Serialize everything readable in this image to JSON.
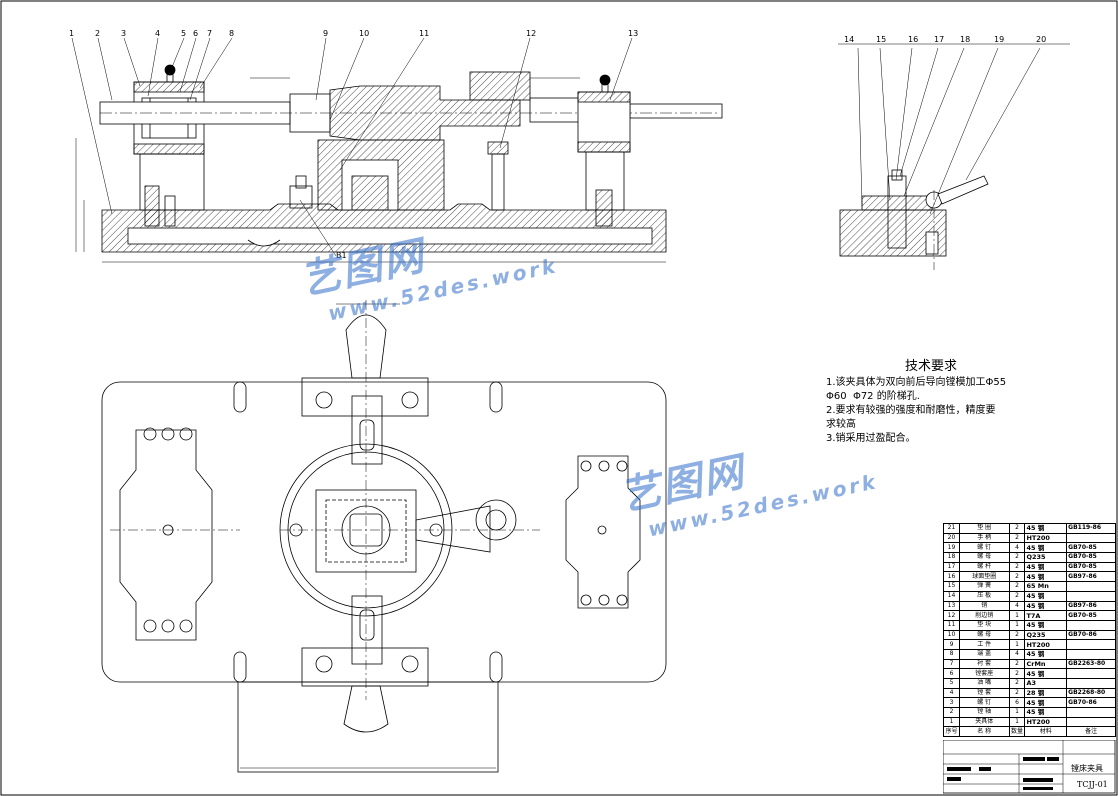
{
  "requirements": {
    "title": "技术要求",
    "lines": [
      "1.该夹具体为双向前后导向镗模加工Φ55",
      "Φ60  Φ72 的阶梯孔.",
      "2.要求有较强的强度和耐磨性，精度要",
      "求较高",
      "3.销采用过盈配合。"
    ]
  },
  "watermark": {
    "cn": "艺图网",
    "en": "www.52des.work"
  },
  "part_numbers_front": [
    "1",
    "2",
    "3",
    "4",
    "5",
    "6",
    "7",
    "8",
    "9",
    "10",
    "11",
    "12",
    "13"
  ],
  "part_numbers_side": [
    "14",
    "15",
    "16",
    "17",
    "18",
    "19",
    "20"
  ],
  "section_label": "B1",
  "bom": {
    "rows": [
      [
        "21",
        "垫  圈",
        "2",
        "45 钢",
        "GB119-86"
      ],
      [
        "20",
        "手  柄",
        "2",
        "HT200",
        ""
      ],
      [
        "19",
        "螺  钉",
        "4",
        "45 钢",
        "GB70-85"
      ],
      [
        "18",
        "螺  母",
        "2",
        "Q235",
        "GB70-85"
      ],
      [
        "17",
        "螺  杆",
        "2",
        "45 钢",
        "GB70-85"
      ],
      [
        "16",
        "球面垫圈",
        "2",
        "45 钢",
        "GB97-86"
      ],
      [
        "15",
        "弹  簧",
        "2",
        "65 Mn",
        ""
      ],
      [
        "14",
        "压  板",
        "2",
        "45 钢",
        ""
      ],
      [
        "13",
        "销",
        "4",
        "45 钢",
        "GB97-86"
      ],
      [
        "12",
        "削边销",
        "1",
        "T7A",
        "GB70-85"
      ],
      [
        "11",
        "垫  块",
        "1",
        "45 钢",
        ""
      ],
      [
        "10",
        "螺  母",
        "2",
        "Q235",
        "GB70-86"
      ],
      [
        "9",
        "工  件",
        "1",
        "HT200",
        ""
      ],
      [
        "8",
        "端  盖",
        "4",
        "45 钢",
        ""
      ],
      [
        "7",
        "衬  套",
        "2",
        "CrMn",
        "GB2263-80"
      ],
      [
        "6",
        "镗套座",
        "2",
        "45 钢",
        ""
      ],
      [
        "5",
        "油  嘴",
        "2",
        "A3",
        ""
      ],
      [
        "4",
        "镗  套",
        "2",
        "28 钢",
        "GB2268-80"
      ],
      [
        "3",
        "螺  钉",
        "6",
        "45 钢",
        "GB70-86"
      ],
      [
        "2",
        "镗  轴",
        "1",
        "45 钢",
        ""
      ],
      [
        "1",
        "夹具体",
        "1",
        "HT200",
        ""
      ]
    ],
    "header": [
      "序号",
      "名  称",
      "数量",
      "材料",
      "备注"
    ]
  },
  "title_block": {
    "name": "镗床夹具",
    "code": "TCJJ-01"
  },
  "colors": {
    "line": "#000000",
    "watermark": "#3a7bd5"
  }
}
